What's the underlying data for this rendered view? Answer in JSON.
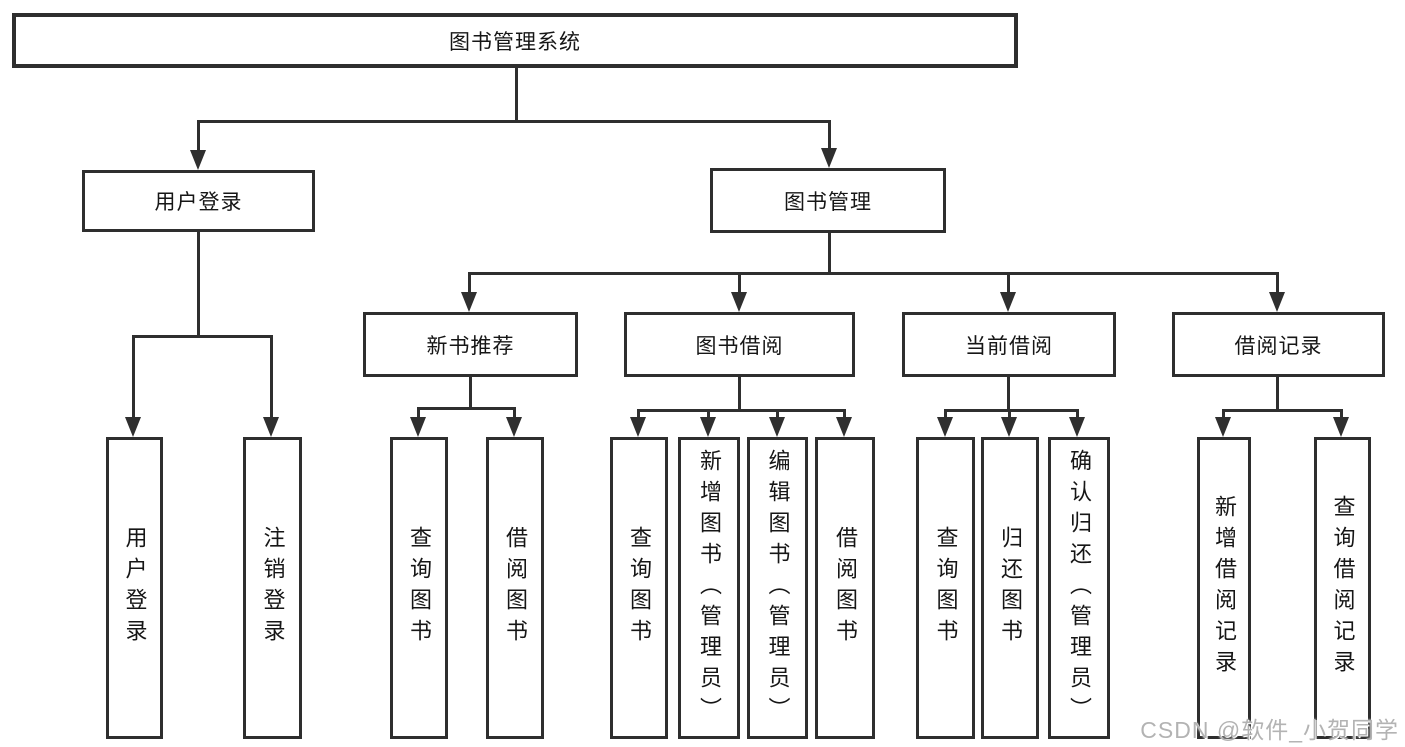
{
  "diagram": {
    "type": "hierarchy-tree",
    "colors": {
      "line": "#2f2f2f",
      "border": "#2e2e2e",
      "text": "#161616",
      "background": "#ffffff",
      "watermark": "#b3b3b3"
    },
    "tree": {
      "label": "图书管理系统",
      "children": [
        {
          "label": "用户登录",
          "children": [
            {
              "label": "用户登录"
            },
            {
              "label": "注销登录"
            }
          ]
        },
        {
          "label": "图书管理",
          "children": [
            {
              "label": "新书推荐",
              "children": [
                {
                  "label": "查询图书"
                },
                {
                  "label": "借阅图书"
                }
              ]
            },
            {
              "label": "图书借阅",
              "children": [
                {
                  "label": "查询图书"
                },
                {
                  "label": "新增图书（管理员）"
                },
                {
                  "label": "编辑图书（管理员）"
                },
                {
                  "label": "借阅图书"
                }
              ]
            },
            {
              "label": "当前借阅",
              "children": [
                {
                  "label": "查询图书"
                },
                {
                  "label": "归还图书"
                },
                {
                  "label": "确认归还（管理员）"
                }
              ]
            },
            {
              "label": "借阅记录",
              "children": [
                {
                  "label": "新增借阅记录"
                },
                {
                  "label": "查询借阅记录"
                }
              ]
            }
          ]
        }
      ]
    },
    "watermark": "CSDN @软件_小贺同学"
  }
}
